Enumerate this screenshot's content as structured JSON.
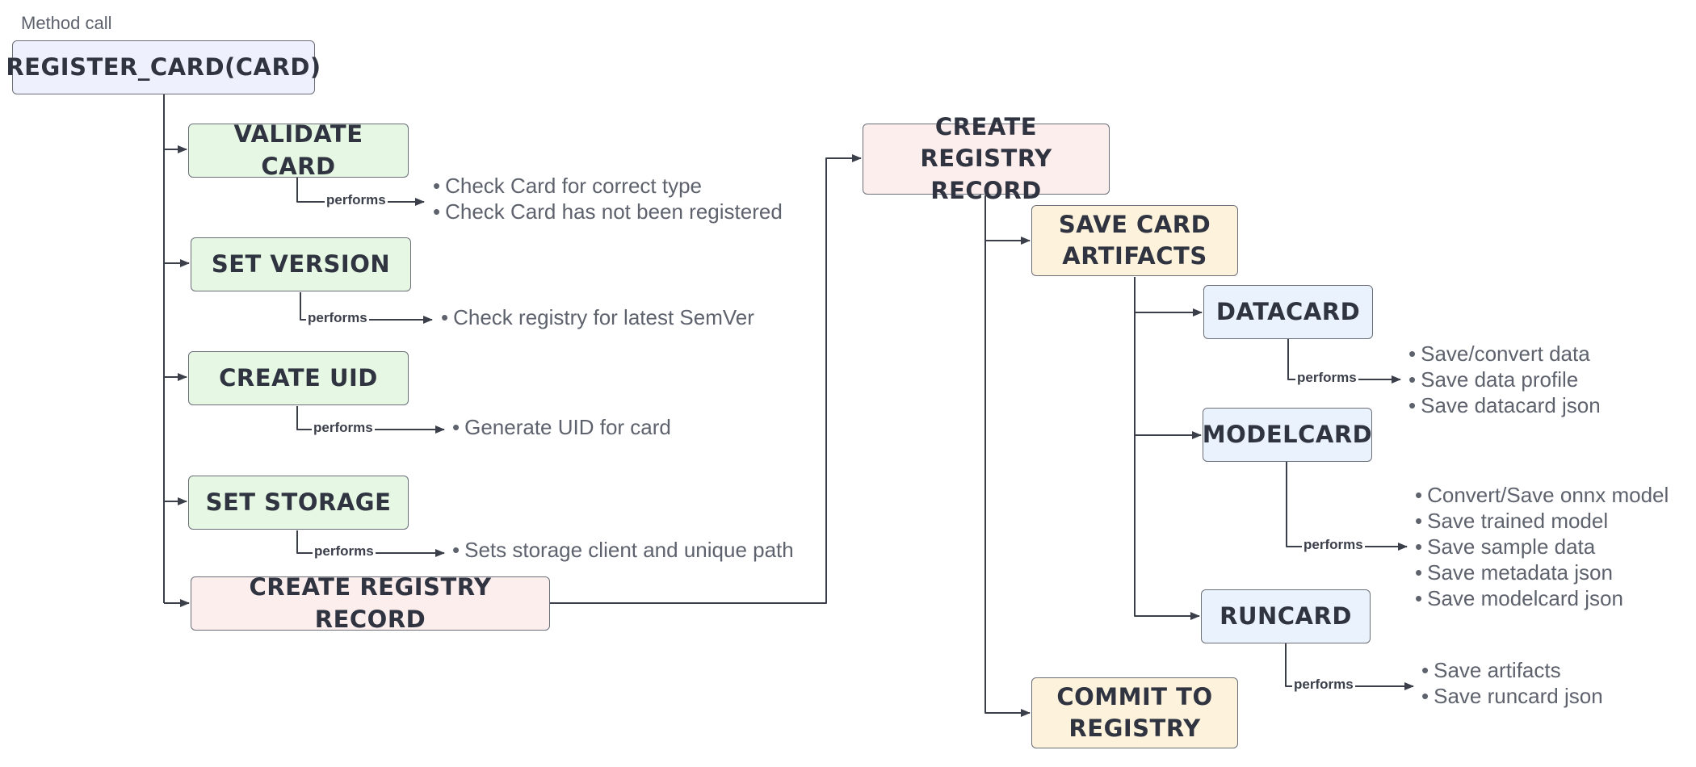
{
  "caption": "Method call",
  "perf_label": "performs",
  "nodes": {
    "register": "REGISTER_CARD(CARD)",
    "validate": "VALIDATE CARD",
    "version": "SET VERSION",
    "uid": "CREATE UID",
    "storage": "SET STORAGE",
    "record_left": "CREATE REGISTRY RECORD",
    "record_right": "CREATE REGISTRY RECORD",
    "save_artifacts": "SAVE CARD ARTIFACTS",
    "datacard": "DATACARD",
    "modelcard": "MODELCARD",
    "runcard": "RUNCARD",
    "commit": "COMMIT TO REGISTRY"
  },
  "actions": {
    "validate": [
      "Check Card for correct type",
      "Check Card has not been registered"
    ],
    "version": [
      "Check registry for latest SemVer"
    ],
    "uid": [
      "Generate UID for card"
    ],
    "storage": [
      "Sets storage client and unique path"
    ],
    "datacard": [
      "Save/convert data",
      "Save data profile",
      "Save datacard json"
    ],
    "modelcard": [
      "Convert/Save onnx model",
      "Save trained model",
      "Save sample data",
      "Save metadata json",
      "Save modelcard json"
    ],
    "runcard": [
      "Save artifacts",
      "Save runcard json"
    ]
  }
}
